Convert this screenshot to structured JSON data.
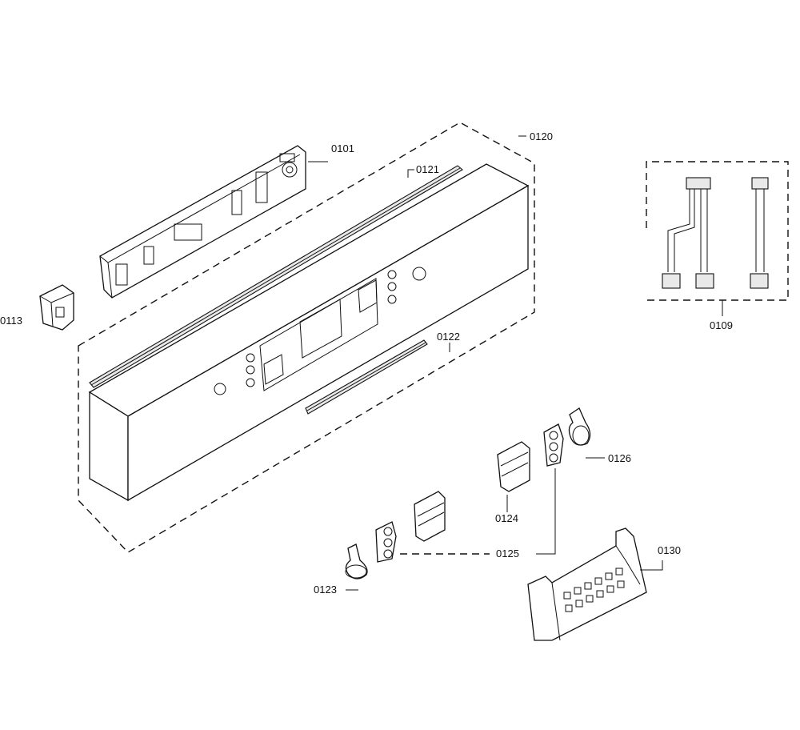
{
  "labels": {
    "p0101": "0101",
    "p0109": "0109",
    "p0113": "0113",
    "p0120": "0120",
    "p0121": "0121",
    "p0122": "0122",
    "p0123": "0123",
    "p0124": "0124",
    "p0125": "0125",
    "p0126": "0126",
    "p0130": "0130"
  }
}
